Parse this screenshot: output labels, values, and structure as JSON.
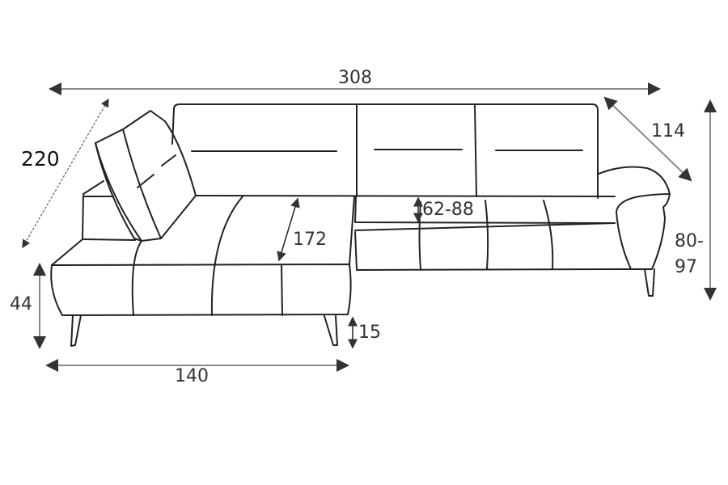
{
  "title": "Corner sofa dimensions",
  "dimensions": {
    "total_width": "308",
    "depth_chaise": "220",
    "depth_side": "114",
    "height_line1": "80-",
    "height_line2": "97",
    "seat_height": "44",
    "chaise_width": "140",
    "chaise_length": "172",
    "leg_height": "15",
    "headrest_adjust": "62-88"
  },
  "colors": {
    "outline": "#222222",
    "dimension_line": "#8a8a8a"
  }
}
